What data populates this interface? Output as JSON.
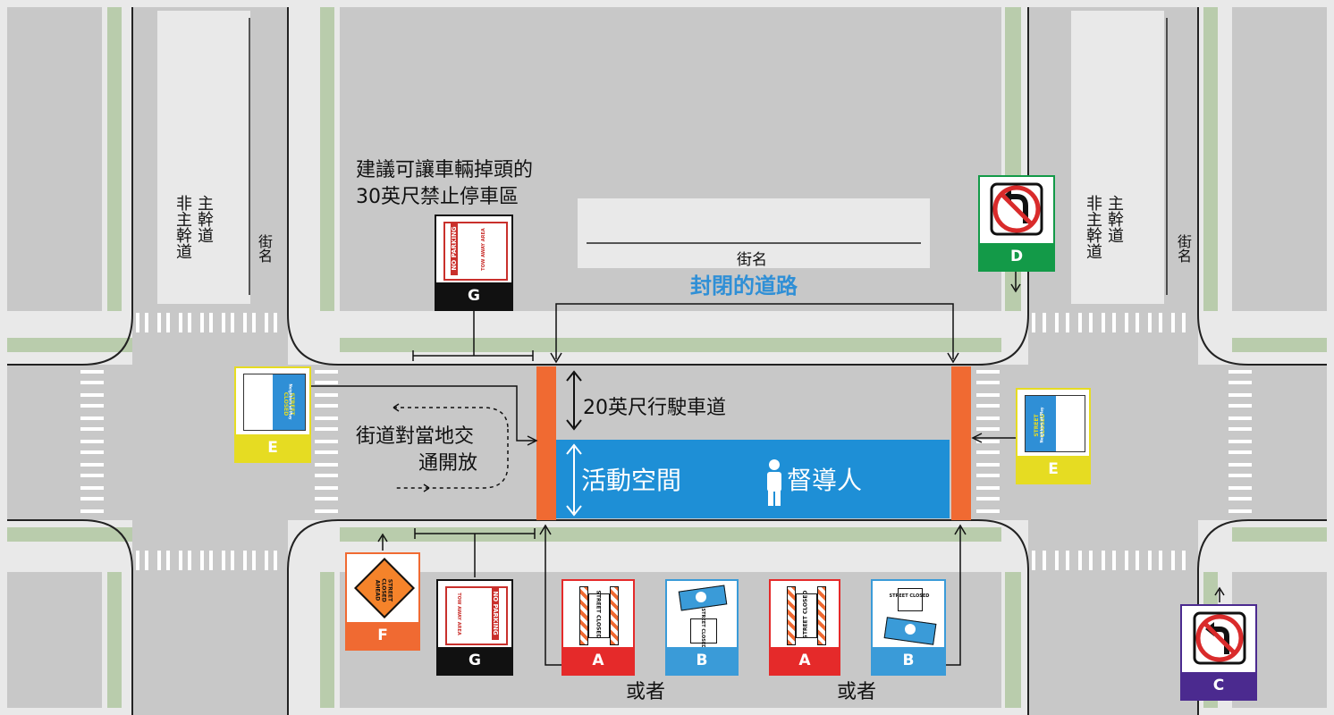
{
  "labels": {
    "street_name": "街名",
    "closed_road": "封閉的道路",
    "arterial_left": "主幹道\n非主幹道",
    "arterial_right": "主幹道\n非主幹道",
    "street_name_left": "街名",
    "street_name_right": "街名",
    "turnaround_line1": "建議可讓車輛掉頭的",
    "turnaround_line2": "30英尺禁止停車區",
    "lane_20ft": "20英尺行駛車道",
    "local_traffic_line1": "街道對當地交",
    "local_traffic_line2": "通開放",
    "activity_space": "活動空間",
    "monitor": "督導人",
    "or_1": "或者",
    "or_2": "或者"
  },
  "sign_letters": {
    "A": "A",
    "B": "B",
    "C": "C",
    "D": "D",
    "E": "E",
    "F": "F",
    "G": "G"
  },
  "sign_text": {
    "no_parking": "NO PARKING",
    "tow_away": "TOW AWAY AREA",
    "street_closed": "STREET CLOSED",
    "street_closed_ahead": "STREET CLOSED AHEAD",
    "neighbors_at_play": "Neighbors at Play"
  },
  "colors": {
    "road": "#c8c8c8",
    "sidewalk": "#e9e9e9",
    "grass": "#b9ccac",
    "activity": "#1e8fd6",
    "barrier": "#f06a32",
    "sign_A": "#e52a2a",
    "sign_B": "#3a9bd8",
    "sign_C": "#4b2a8f",
    "sign_D": "#139a48",
    "sign_E": "#e6dc22",
    "sign_F": "#f06a32",
    "sign_G": "#111111",
    "title_blue": "#2f8fd6"
  }
}
